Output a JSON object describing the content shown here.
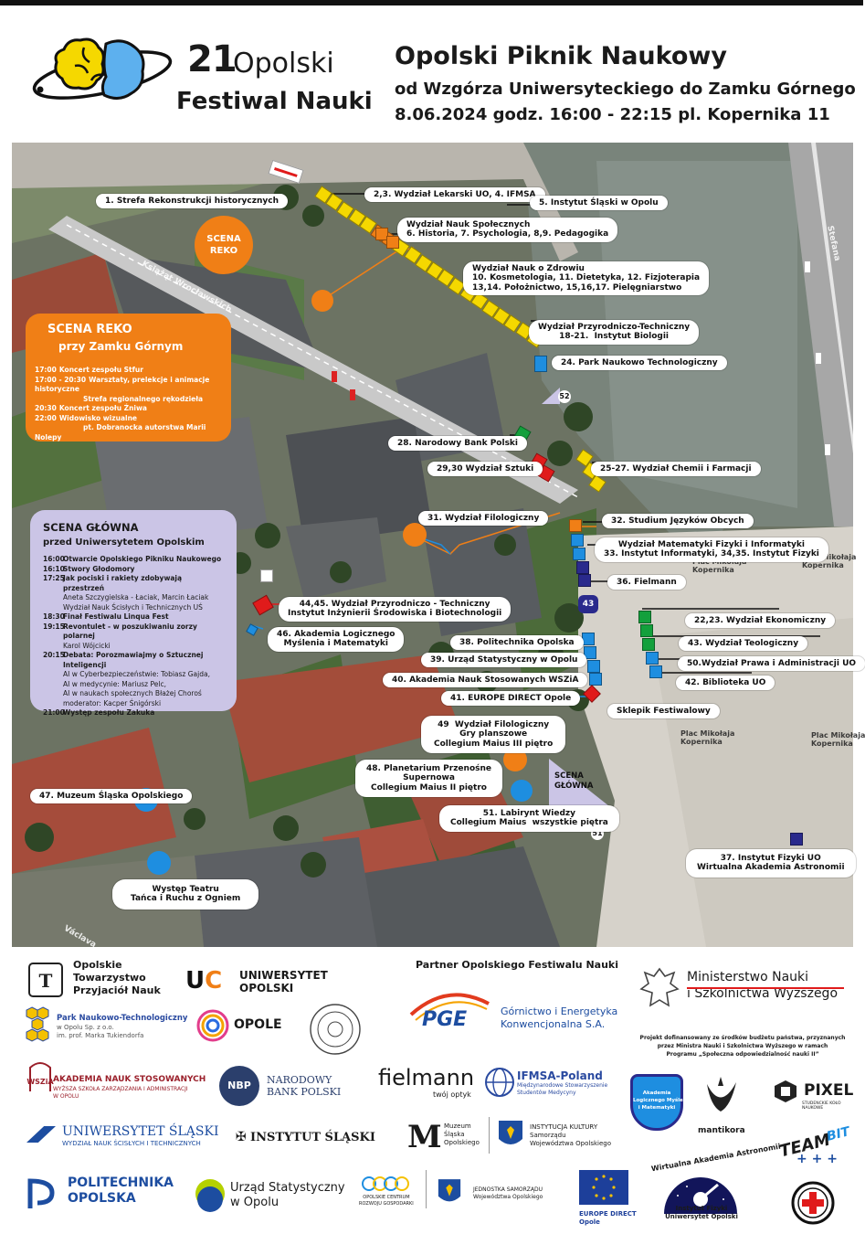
{
  "header": {
    "fest_number": "21",
    "fest_word": "Opolski",
    "fest_name": "Festiwal Nauki",
    "title": "Opolski Piknik Naukowy",
    "subtitle": "od Wzgórza Uniwersyteckiego do Zamku Górnego",
    "date_line": "8.06.2024  godz. 16:00 - 22:15  pl. Kopernika 11"
  },
  "map": {
    "street_labels": {
      "ksiazat": "Książąt Wrocławskich",
      "stefana": "Stefana",
      "vaclava": "Václava",
      "plac1": "Plac Mikołaja\nKopernika",
      "plac2": "Plac Mikołaja\nKopernika",
      "plac3": "Plac Mikołaja\nKopernika",
      "plac4": "Plac Mikołaja\nKopernika"
    },
    "scena_reko_badge": "SCENA\nREKO",
    "scena_glowna_badge": "SCENA\nGŁÓWNA",
    "marker_52": "52",
    "marker_51": "51",
    "marker_43": "43",
    "labels": {
      "l1": "1. Strefa Rekonstrukcji historycznych",
      "l2": "2,3. Wydział Lekarski UO, 4. IFMSA",
      "l5": "5. Instytut Śląski w Opolu",
      "l6": "Wydział Nauk Społecznych\n6. Historia, 7. Psychologia, 8,9. Pedagogika",
      "l10": "Wydział Nauk o Zdrowiu\n10. Kosmetologia, 11. Dietetyka, 12. Fizjoterapia\n13,14. Położnictwo, 15,16,17. Pielęgniarstwo",
      "l18": "Wydział Przyrodniczo-Techniczny\n18-21.  Instytut Biologii",
      "l24": "24. Park Naukowo Technologiczny",
      "l28": "28. Narodowy Bank Polski",
      "l29": "29,30 Wydział Sztuki",
      "l25": "25-27. Wydział Chemii i Farmacji",
      "l31": "31. Wydział Filologiczny",
      "l32": "32. Studium Języków Obcych",
      "l33": "Wydział Matematyki Fizyki i Informatyki\n33. Instytut Informatyki, 34,35. Instytut Fizyki",
      "l36": "36. Fielmann",
      "l44": "44,45. Wydział Przyrodniczo - Techniczny\nInstytut Inżynierii Środowiska i Biotechnologii",
      "l46": "46. Akademia Logicznego\nMyślenia i Matematyki",
      "l22": "22,23. Wydział Ekonomiczny",
      "l43": "43. Wydział Teologiczny",
      "l50": "50.Wydział Prawa i Administracji UO",
      "l42": "42. Biblioteka UO",
      "l38": "38. Politechnika Opolska",
      "l39": "39. Urząd Statystyczny w Opolu",
      "l40": "40. Akademia Nauk Stosowanych WSZiA",
      "l41": "41. EUROPE DIRECT Opole",
      "lsklepik": "Sklepik Festiwalowy",
      "l49": "49  Wydział Filologiczny\nGry planszowe\nCollegium Maius III piętro",
      "l48": "48. Planetarium Przenośne\nSupernowa\nCollegium Maius II piętro",
      "l47": "47. Muzeum Śląska Opolskiego",
      "l51": "51. Labirynt Wiedzy\nCollegium Maius  wszystkie piętra",
      "l37": "37. Instytut Fizyki UO\nWirtualna Akademia Astronomii",
      "lteatr": "Występ Teatru\nTańca i Ruchu z Ogniem"
    }
  },
  "scena_reko": {
    "title": "SCENA REKO",
    "subtitle": "przy Zamku Górnym",
    "items": [
      {
        "time": "17:00",
        "text": "Koncert zespołu Stfur"
      },
      {
        "time": "17:00 - 20:30",
        "text": "Warsztaty, prelekcje i animacje historyczne"
      },
      {
        "time": "",
        "text": "Strefa regionalnego rękodzieła"
      },
      {
        "time": "20:30",
        "text": "Koncert zespołu Źniwa"
      },
      {
        "time": "22:00",
        "text": "Widowisko wizualne"
      },
      {
        "time": "",
        "text": "pt. Dobranocka autorstwa Marii Nolepy"
      }
    ]
  },
  "scena_glowna": {
    "title": "SCENA GŁÓWNA",
    "subtitle": "przed Uniwersytetem Opolskim",
    "items": [
      {
        "time": "16:00",
        "text": "Otwarcie  Opolskiego Pikniku Naukowego"
      },
      {
        "time": "16:10",
        "text": "Stwory Głodomory"
      },
      {
        "time": "17:25",
        "text": "Jak pociski i rakiety zdobywają przestrzeń"
      },
      {
        "time": "",
        "text": "Aneta Szczygielska - Łaciak, Marcin Łaciak"
      },
      {
        "time": "",
        "text": "Wydział Nauk Ścisłych i Technicznych UŚ"
      },
      {
        "time": "18:30",
        "text": "Finał Festiwalu Linqua Fest"
      },
      {
        "time": "19:15",
        "text": "Revontulet - w poszukiwaniu zorzy polarnej"
      },
      {
        "time": "",
        "text": "Karol Wójcicki"
      },
      {
        "time": "20:15",
        "text": "Debata: Porozmawiajmy o Sztucznej Inteligencji"
      },
      {
        "time": "",
        "text": "AI w Cyberbezpieczeństwie:  Tobiasz Gajda,"
      },
      {
        "time": "",
        "text": "AI w medycynie:  Mariusz  Pelc,"
      },
      {
        "time": "",
        "text": "AI w naukach społecznych Błażej Choroś"
      },
      {
        "time": "",
        "text": "moderator: Kacper Śnigórski"
      },
      {
        "time": "21:00",
        "text": "Występ zespołu Zakuka"
      }
    ]
  },
  "sponsors": {
    "partner_heading": "Partner Opolskiego Festiwalu Nauki",
    "otpn": "Opolskie\nTowarzystwo\nPrzyjaciół Nauk",
    "uo": "UNIWERSYTET\nOPOLSKI",
    "ministerstwo": "Ministerstwo Nauki\ni Szkolnictwa Wyższego",
    "park": "Park Naukowo-Technologiczny",
    "park_sub": "w Opolu Sp. z o.o.\nim. prof. Marka Tukiendorfa",
    "opole": "OPOLE",
    "pge": "PGE",
    "pge_sub": "Górnictwo i Energetyka\nKonwencjonalna S.A.",
    "projekt": "Projekt dofinansowany ze środków budżetu państwa, przyznanych\nprzez Ministra Nauki i Szkolnictwa Wyższego w ramach\nProgramu „Społeczna odpowiedzialność nauki II”",
    "ans": "AKADEMIA NAUK STOSOWANYCH",
    "ans_sub": "WYŻSZA SZKOŁA ZARZĄDZANIA I ADMINISTRACJI\nW OPOLU",
    "nbp": "NARODOWY\nBANK POLSKI",
    "nbp_badge": "NBP",
    "fielmann": "fielmann",
    "fielmann_sub": "twój optyk",
    "ifmsa": "IFMSA-Poland",
    "ifmsa_sub": "Międzynarodowe Stowarzyszenie\nStudentów Medycyny",
    "pixel": "PIXEL",
    "pixel_sub": "STUDENCKIE KOŁO NAUKOWE",
    "mantikora": "mantikora",
    "us": "UNIWERSYTET ŚLĄSKI",
    "us_sub": "WYDZIAŁ NAUK ŚCISŁYCH I TECHNICZNYCH",
    "instytut": "INSTYTUT ŚLĄSKI",
    "muzeum": "Muzeum\nŚląska\nOpolskiego",
    "instytucja": "INSTYTUCJA KULTURY\nSamorządu\nWojewództwa Opolskiego",
    "team": "TEAM",
    "bit": "BIT",
    "politechnika": "POLITECHNIKA\nOPOLSKA",
    "urzad": "Urząd Statystyczny\nw Opolu",
    "ocrg": "OPOLSKIE CENTRUM\nROZWOJU GOSPODARKI",
    "jednostka": "JEDNOSTKA SAMORZĄDU\nWojewództwa Opolskiego",
    "europe": "EUROPE DIRECT\nOpole",
    "waa_arc": "Wirtualna Akademia Astronomii",
    "waa": "Instytut Fizyki\nUniwersytet Opolski",
    "akademia_badge": "Akademia\nLogicznego Myślenia\ni Matematyki"
  },
  "colors": {
    "yellow": "#f5d800",
    "orange": "#f07f16",
    "blue": "#1e8ee0",
    "lightblue": "#5db0ee",
    "green": "#13a03c",
    "red": "#e01b1b",
    "navy": "#2a2a8c",
    "lavender": "#cbc5e6"
  }
}
